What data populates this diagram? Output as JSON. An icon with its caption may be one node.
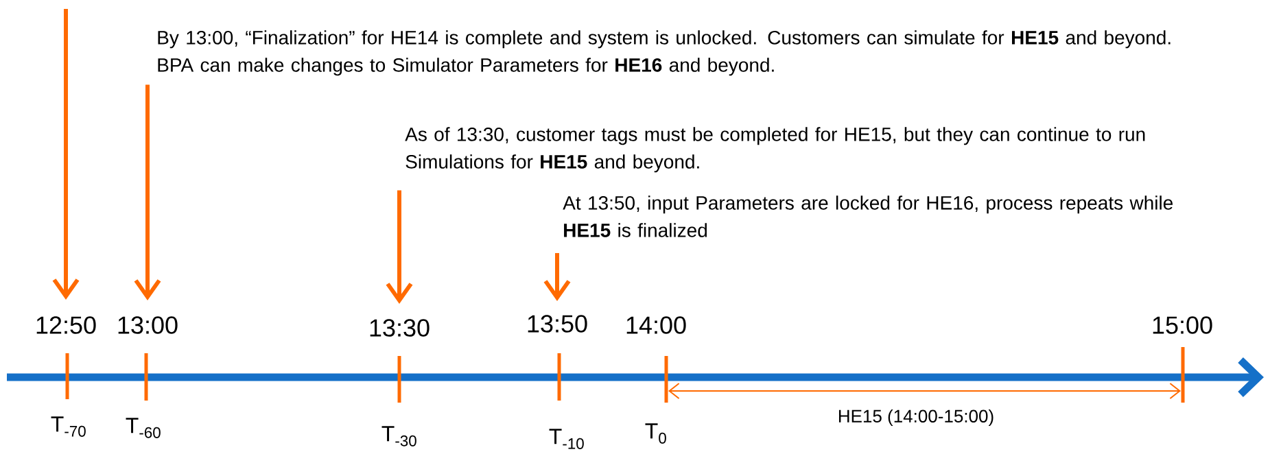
{
  "diagram": {
    "nodes": [
      {
        "text": [
          "By 13:00, “Finalization” for HE14 is complete and system is unlocked.  Customers can simulate for **HE15** and beyond.  BPA can make changes to Simulator Parameters for **HE16** and beyond."
        ]
      },
      {
        "text": [
          "As of 13:30, customer tags must be completed for HE15, but they can continue to run Simulations for **HE15** and beyond."
        ]
      },
      {
        "text": [
          "At 13:50, input Parameters are locked for HE16, process repeats while **HE15** is finalized"
        ]
      },
      {
        "text": [
          "12:50"
        ]
      },
      {
        "text": [
          "13:00"
        ]
      },
      {
        "text": [
          "13:30"
        ]
      },
      {
        "text": [
          "13:50"
        ]
      },
      {
        "text": [
          "14:00"
        ]
      },
      {
        "text": [
          "15:00"
        ]
      }
    ],
    "edges": [
      {
        "from": null,
        "to": 3,
        "arrow": "to"
      },
      {
        "from": 0,
        "to": 4,
        "arrow": "to"
      },
      {
        "from": 1,
        "to": 5,
        "arrow": "to"
      },
      {
        "from": 2,
        "to": 6,
        "arrow": "to"
      }
    ],
    "labels": [
      "T$_{-70}$",
      "T$_{-60}$",
      "T$_{-30}$",
      "T$_{-10}$",
      "T$_{0}$",
      "HE15 (14:00-15:00)"
    ]
  }
}
